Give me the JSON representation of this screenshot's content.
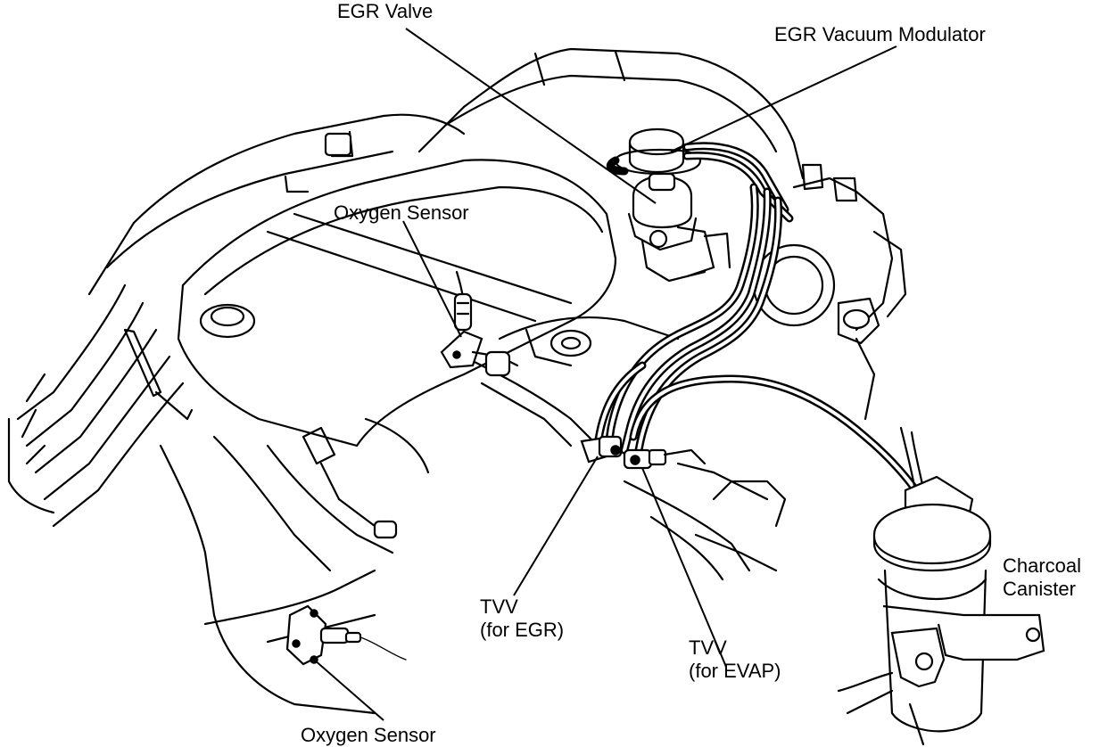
{
  "labels": {
    "egr_valve": "EGR Valve",
    "egr_vacuum_modulator": "EGR Vacuum Modulator",
    "oxygen_sensor_upper": "Oxygen Sensor",
    "oxygen_sensor_lower": "Oxygen Sensor",
    "tvv_egr_line1": "TVV",
    "tvv_egr_line2": "(for EGR)",
    "tvv_evap_line1": "TVV",
    "tvv_evap_line2": "(for EVAP)",
    "charcoal_canister_line1": "Charcoal",
    "charcoal_canister_line2": "Canister"
  },
  "colors": {
    "ink": "#000000",
    "background": "#ffffff"
  }
}
